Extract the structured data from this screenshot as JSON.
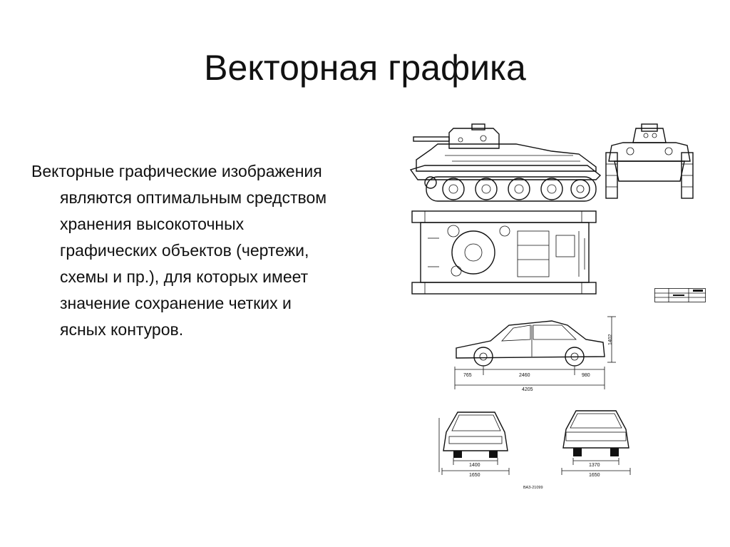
{
  "slide": {
    "title": "Векторная графика",
    "body_lines": [
      "Векторные графические изображения являются оптимальным средством хранения высокоточных графических объектов (чертежи, схемы и пр.), для которых имеет значение сохранение четких и ясных контуров."
    ]
  },
  "figures": {
    "car_side": {
      "dim_left": "765",
      "dim_mid": "2460",
      "dim_right": "980",
      "dim_total": "4205",
      "dim_height": "1402"
    },
    "car_front": {
      "dim_track": "1400",
      "dim_width": "1650"
    },
    "car_rear": {
      "dim_track": "1370",
      "dim_width": "1650"
    },
    "car_model": "ВАЗ-21099"
  }
}
